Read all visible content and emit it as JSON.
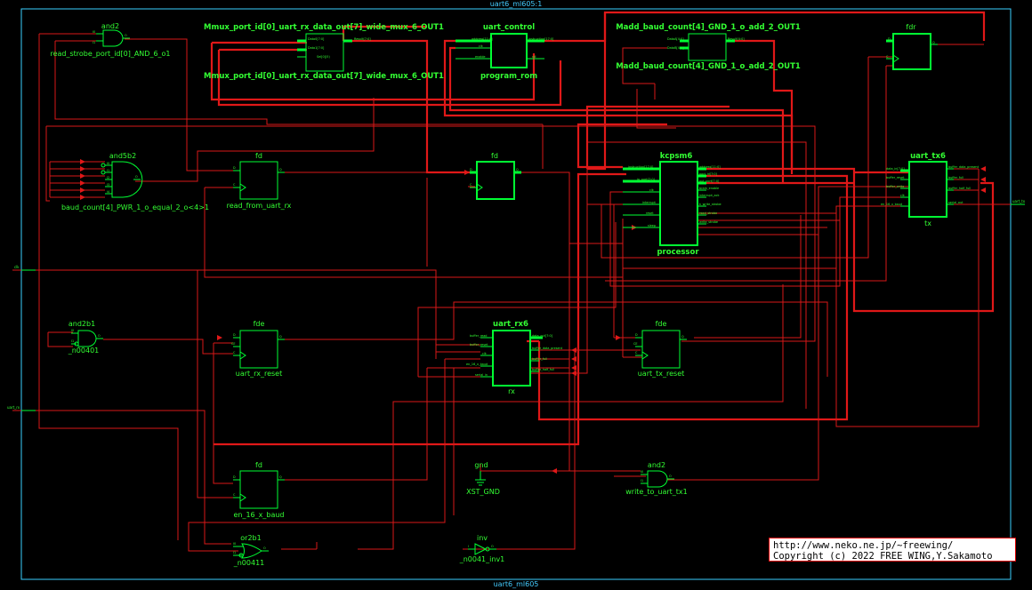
{
  "frame": {
    "title_top": "uart6_ml605:1",
    "title_bottom": "uart6_ml605"
  },
  "ports": {
    "clk": "clk",
    "uart_rx": "uart_rx",
    "uart_tx": "uart_tx"
  },
  "blocks": {
    "and2_top": {
      "type": "and2",
      "name": "read_strobe_port_id[0]_AND_6_o1",
      "pins": [
        "I0",
        "I1",
        "O"
      ]
    },
    "mux_top": {
      "type": "Mmux_port_id[0]_uart_rx_data_out[7]_wide_mux_6_OUT1",
      "name": "Mmux_port_id[0]_uart_rx_data_out[7]_wide_mux_6_OUT1",
      "pins": [
        "Sel[0](5)",
        "Data0[7:0]",
        "Data1[7:0]",
        "Result[7:0]"
      ]
    },
    "uart_control": {
      "type": "uart_control",
      "name": "program_rom",
      "pins": [
        "address[11:0]",
        "clk",
        "enable",
        "instruction[17:0]",
        "rdl"
      ]
    },
    "madd": {
      "type": "Madd_baud_count[4]_GND_1_o_add_2_OUT1",
      "name": "Madd_baud_count[4]_GND_1_o_add_2_OUT1",
      "pins": [
        "DataA[4:0]",
        "DataB[4:0]",
        "Result[4:0]"
      ]
    },
    "fdr": {
      "type": "fdr",
      "name": "",
      "pins": [
        "D",
        "C",
        "R",
        "Q"
      ]
    },
    "and5b2": {
      "type": "and5b2",
      "name": "baud_count[4]_PWR_1_o_equal_2_o<4>1",
      "pins": [
        "I0",
        "I1",
        "I2",
        "I3",
        "I4",
        "O"
      ]
    },
    "fd_read": {
      "type": "fd",
      "name": "read_from_uart_rx",
      "pins": [
        "D",
        "C",
        "Q"
      ]
    },
    "fd_mid": {
      "type": "fd",
      "name": "",
      "pins": [
        "D",
        "C",
        "Q"
      ]
    },
    "kcpsm6": {
      "type": "kcpsm6",
      "name": "processor",
      "pins_in": [
        "instruction[17:0]",
        "in_port[7:0]",
        "clk",
        "interrupt",
        "reset",
        "sleep"
      ],
      "pins_out": [
        "address[11:0]",
        "port_id[7:0]",
        "out_port[7:0]",
        "bram_enable",
        "interrupt_ack",
        "k_write_strobe",
        "read_strobe",
        "write_strobe"
      ]
    },
    "uart_tx6": {
      "type": "uart_tx6",
      "name": "tx",
      "pins_in": [
        "data_in[7:0]",
        "buffer_reset",
        "buffer_write",
        "clk",
        "en_16_x_baud"
      ],
      "pins_out": [
        "buffer_data_present",
        "buffer_full",
        "buffer_half_full",
        "serial_out"
      ]
    },
    "and2b1": {
      "type": "and2b1",
      "name": "_n00401",
      "pins": [
        "I0",
        "I1",
        "O"
      ]
    },
    "fde_rx": {
      "type": "fde",
      "name": "uart_rx_reset",
      "pins": [
        "D",
        "CE",
        "C",
        "Q"
      ]
    },
    "uart_rx6": {
      "type": "uart_rx6",
      "name": "rx",
      "pins_in": [
        "buffer_read",
        "buffer_reset",
        "clk",
        "en_16_x_baud",
        "serial_in"
      ],
      "pins_out": [
        "data_out[7:0]",
        "buffer_data_present",
        "buffer_full",
        "buffer_half_full"
      ]
    },
    "fde_tx": {
      "type": "fde",
      "name": "uart_tx_reset",
      "pins": [
        "D",
        "CE",
        "C",
        "Q"
      ]
    },
    "fd_baud": {
      "type": "fd",
      "name": "en_16_x_baud",
      "pins": [
        "D",
        "C",
        "Q"
      ]
    },
    "gnd": {
      "type": "gnd",
      "name": "XST_GND",
      "pins": [
        "G"
      ]
    },
    "and2_bot": {
      "type": "and2",
      "name": "write_to_uart_tx1",
      "pins": [
        "I0",
        "I1",
        "O"
      ]
    },
    "or2b1": {
      "type": "or2b1",
      "name": "_n00411",
      "pins": [
        "I0",
        "I1",
        "O"
      ]
    },
    "inv": {
      "type": "inv",
      "name": "_n0041_inv1",
      "pins": [
        "I",
        "O"
      ]
    }
  },
  "credit": {
    "line1": "http://www.neko.ne.jp/~freewing/",
    "line2": "Copyright (c) 2022 FREE WING,Y.Sakamoto"
  }
}
